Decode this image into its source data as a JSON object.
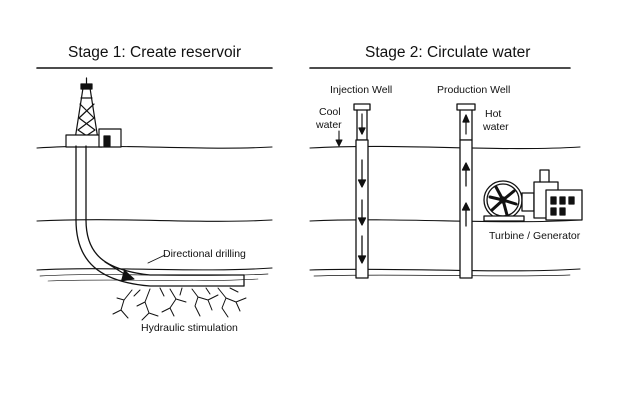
{
  "stage1": {
    "title": "Stage 1: Create reservoir",
    "labels": {
      "directional": "Directional drilling",
      "hydraulic": "Hydraulic stimulation"
    }
  },
  "stage2": {
    "title": "Stage 2: Circulate water",
    "labels": {
      "injection_well": "Injection Well",
      "production_well": "Production Well",
      "cool_1": "Cool",
      "cool_2": "water",
      "hot_1": "Hot",
      "hot_2": "water",
      "turbine": "Turbine / Generator"
    }
  }
}
